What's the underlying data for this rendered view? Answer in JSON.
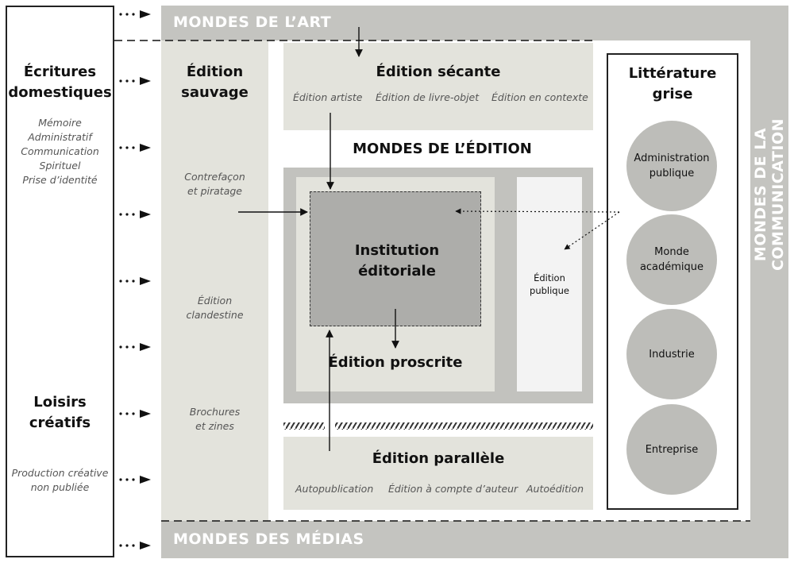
{
  "colors": {
    "band_gray": "#c4c4c0",
    "panel_light": "#e3e3dc",
    "panel_mid": "#c2c2be",
    "core": "#adadaa",
    "publique_bg": "#f3f3f3",
    "circle": "#bdbdb9"
  },
  "bands": {
    "art": "MONDES DE L’ART",
    "medias": "MONDES DES MÉDIAS",
    "communication": "MONDES DE LA COMMUNICATION"
  },
  "left": {
    "domestic_title": "Écritures domestiques",
    "domestic_items": [
      "Mémoire",
      "Administratif",
      "Communication",
      "Spirituel",
      "Prise d’identité"
    ],
    "loisirs_title": "Loisirs créatifs",
    "loisirs_items": [
      "Production créative",
      "non publiée"
    ]
  },
  "sauvage": {
    "title": "Édition sauvage",
    "items": [
      [
        "Contrefaçon",
        "et piratage"
      ],
      [
        "Édition",
        "clandestine"
      ],
      [
        "Brochures",
        "et zines"
      ]
    ]
  },
  "secante": {
    "title": "Édition sécante",
    "items": [
      "Édition artiste",
      "Édition de livre-objet",
      "Édition en contexte"
    ]
  },
  "edition_title": "MONDES DE L’ÉDITION",
  "institution": "Institution éditoriale",
  "proscrite": "Édition proscrite",
  "publique": "Édition publique",
  "parallele": {
    "title": "Édition parallèle",
    "items": [
      "Autopublication",
      "Édition à compte d’auteur",
      "Autoédition"
    ]
  },
  "grise": {
    "title": "Littérature grise",
    "items": [
      "Administration publique",
      "Monde académique",
      "Industrie",
      "Entreprise"
    ]
  }
}
